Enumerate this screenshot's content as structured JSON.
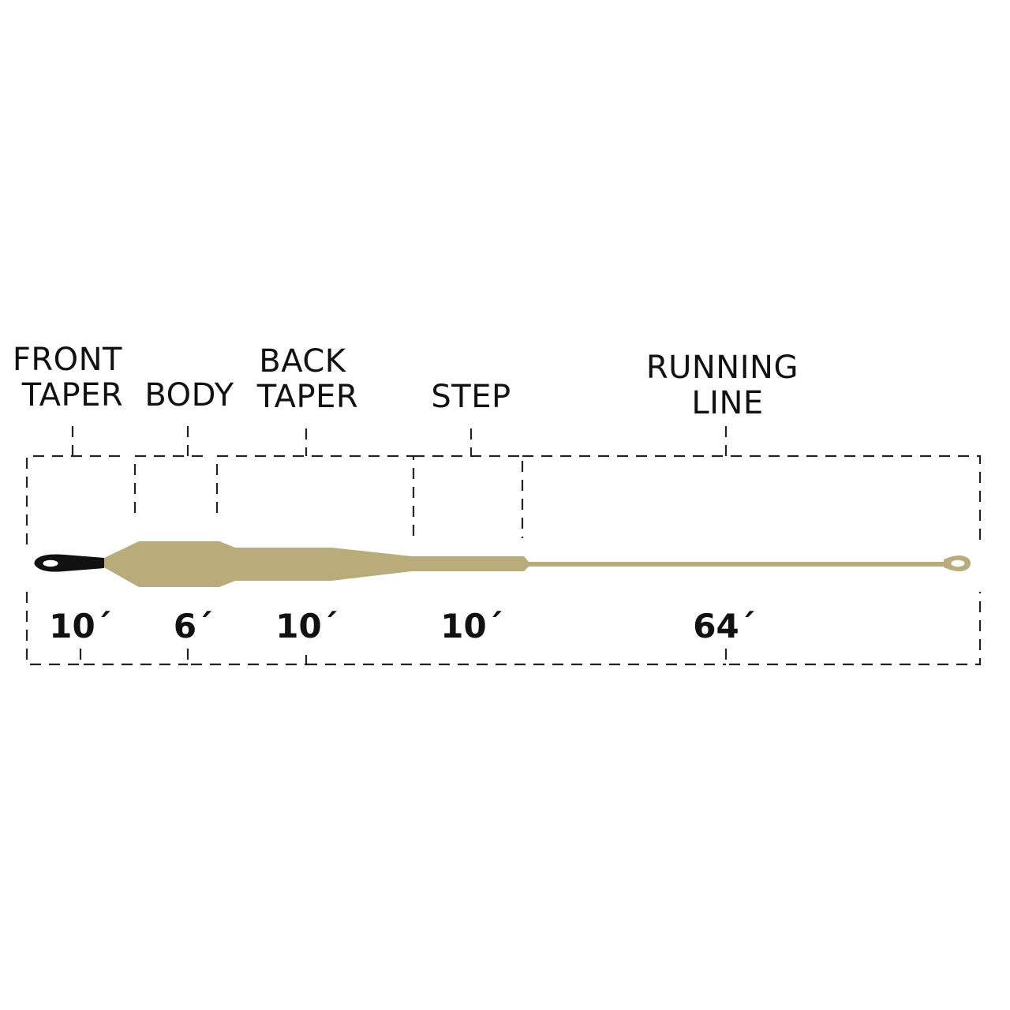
{
  "sections": [
    {
      "label_lines": [
        "FRONT",
        "TAPER"
      ],
      "length": "10´"
    },
    {
      "label_lines": [
        "BODY"
      ],
      "length": "6´"
    },
    {
      "label_lines": [
        "BACK",
        "TAPER"
      ],
      "length": "10´"
    },
    {
      "label_lines": [
        "STEP"
      ],
      "length": "10´"
    },
    {
      "label_lines": [
        "RUNNING",
        "LINE"
      ],
      "length": "64´"
    }
  ],
  "colors": {
    "line": "#b8ac7a",
    "tip_loop": "#111111",
    "dash": "#222222",
    "text": "#111111"
  },
  "icons": {
    "front_loop": "welded-loop-black",
    "rear_loop": "welded-loop-tan"
  }
}
